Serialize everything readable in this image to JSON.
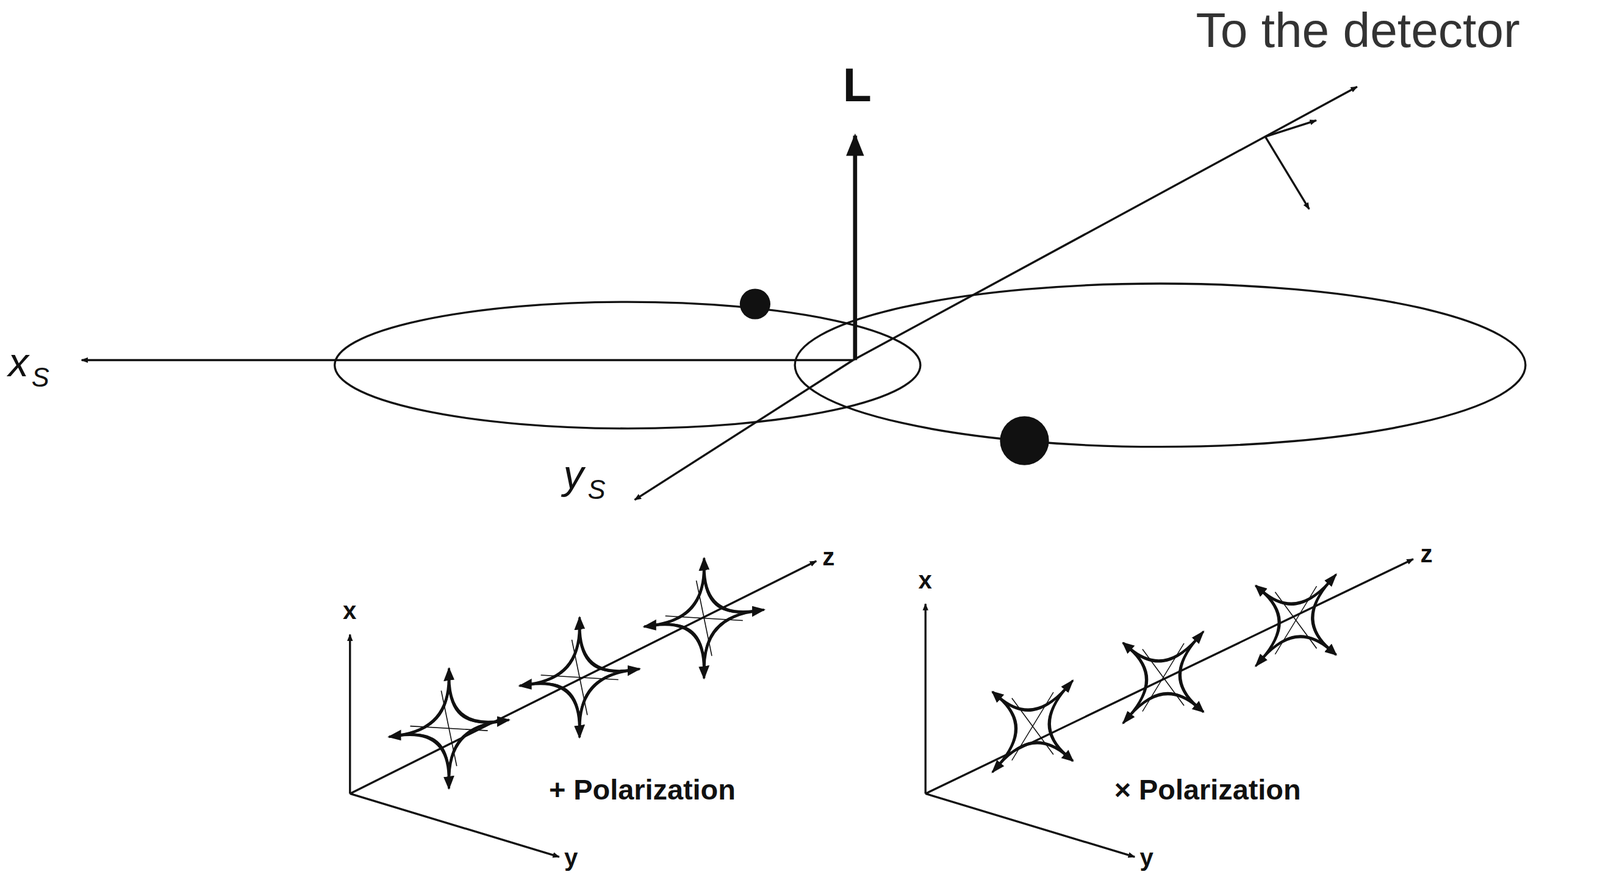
{
  "diagram": {
    "labels": [
      "To the detector",
      "L",
      "x",
      "S",
      "y",
      "S",
      "x",
      "y",
      "z",
      "+ Polarization",
      "x",
      "y",
      "z",
      "× Polarization"
    ]
  }
}
